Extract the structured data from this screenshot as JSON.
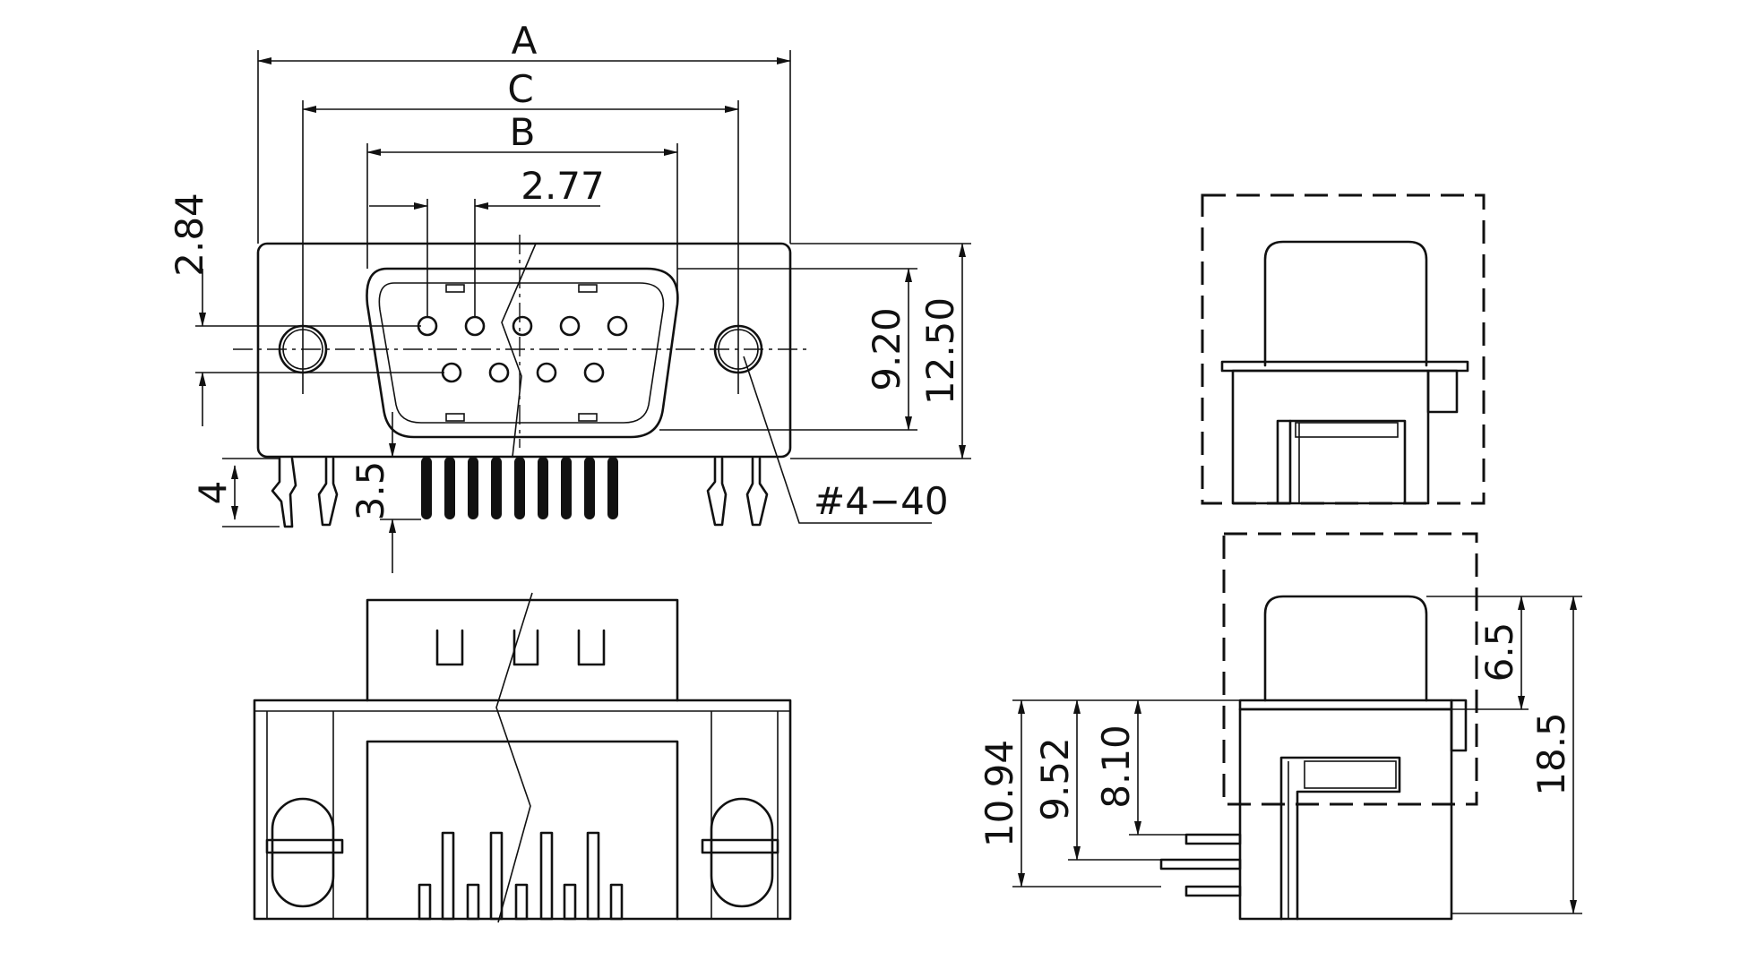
{
  "labels": {
    "dim_a": "A",
    "dim_c": "C",
    "dim_b": "B",
    "pitch": "2.77",
    "row_offset": "2.84",
    "shell_height": "9.20",
    "flange_height": "12.50",
    "tail_4": "4",
    "tail_3_5": "3.5",
    "screw_thread": "#4−40",
    "d_height": "6.5",
    "total_depth": "18.5",
    "row_1": "10.94",
    "row_2": "9.52",
    "row_3": "8.10"
  },
  "colors": {
    "line": "#111111",
    "background": "#ffffff"
  }
}
